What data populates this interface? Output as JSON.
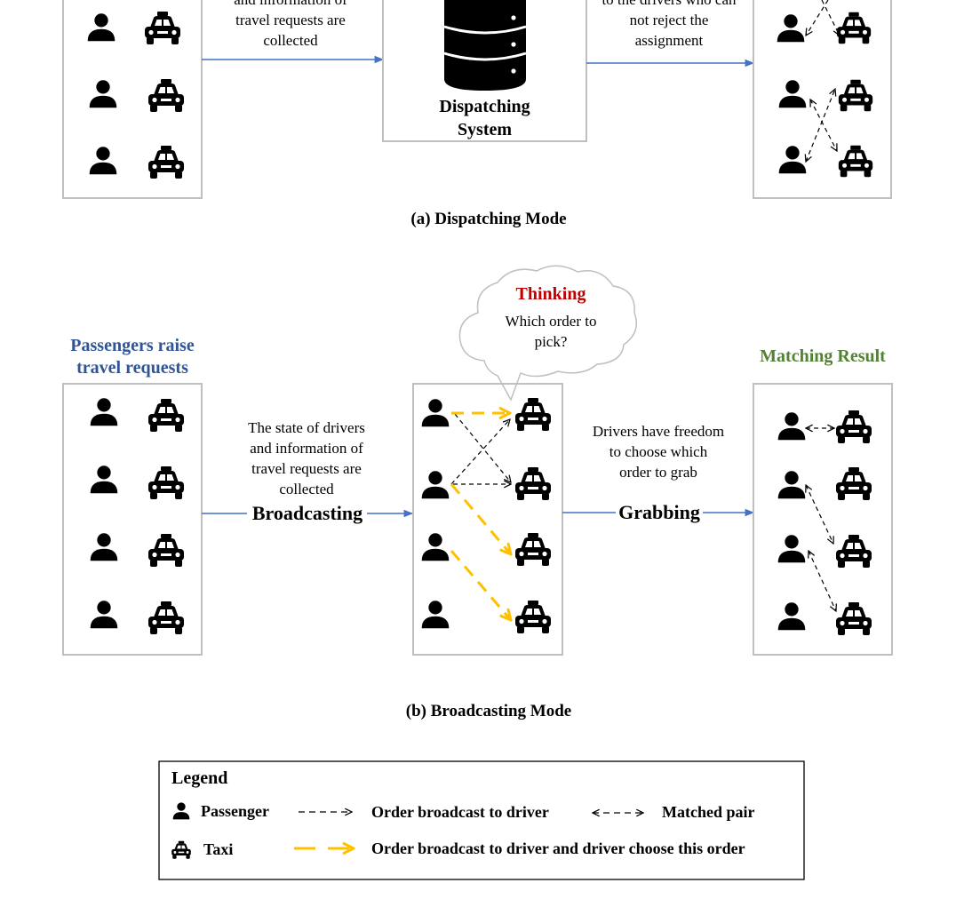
{
  "colors": {
    "arrow_blue": "#4472c4",
    "title_blue": "#2f5597",
    "result_green": "#548235",
    "thinking_red": "#c00000",
    "chosen_orange": "#ffc000",
    "box_border": "#bfbfbf"
  },
  "icons": {
    "passenger": "passenger-icon",
    "taxi": "taxi-icon"
  },
  "dispatching": {
    "left_note": [
      "and information of",
      "travel requests are",
      "collected"
    ],
    "system_label": [
      "Dispatching",
      "System"
    ],
    "right_note": [
      "to the drivers who can",
      "not reject the",
      "assignment"
    ],
    "caption": "(a) Dispatching Mode"
  },
  "broadcasting": {
    "passengers_title": [
      "Passengers raise",
      "travel requests"
    ],
    "left_note": [
      "The state of drivers",
      "and information of",
      "travel requests are",
      "collected"
    ],
    "broadcast_label": "Broadcasting",
    "thinking_title": "Thinking",
    "thinking_text": [
      "Which order to",
      "pick?"
    ],
    "right_note": [
      "Drivers have freedom",
      "to choose which",
      "order to grab"
    ],
    "grabbing_label": "Grabbing",
    "result_title": "Matching Result",
    "caption": "(b) Broadcasting Mode"
  },
  "legend": {
    "title": "Legend",
    "passenger": "Passenger",
    "taxi": "Taxi",
    "broadcast": "Order broadcast to driver",
    "matched": "Matched pair",
    "chosen": "Order broadcast to driver and driver choose this order"
  }
}
